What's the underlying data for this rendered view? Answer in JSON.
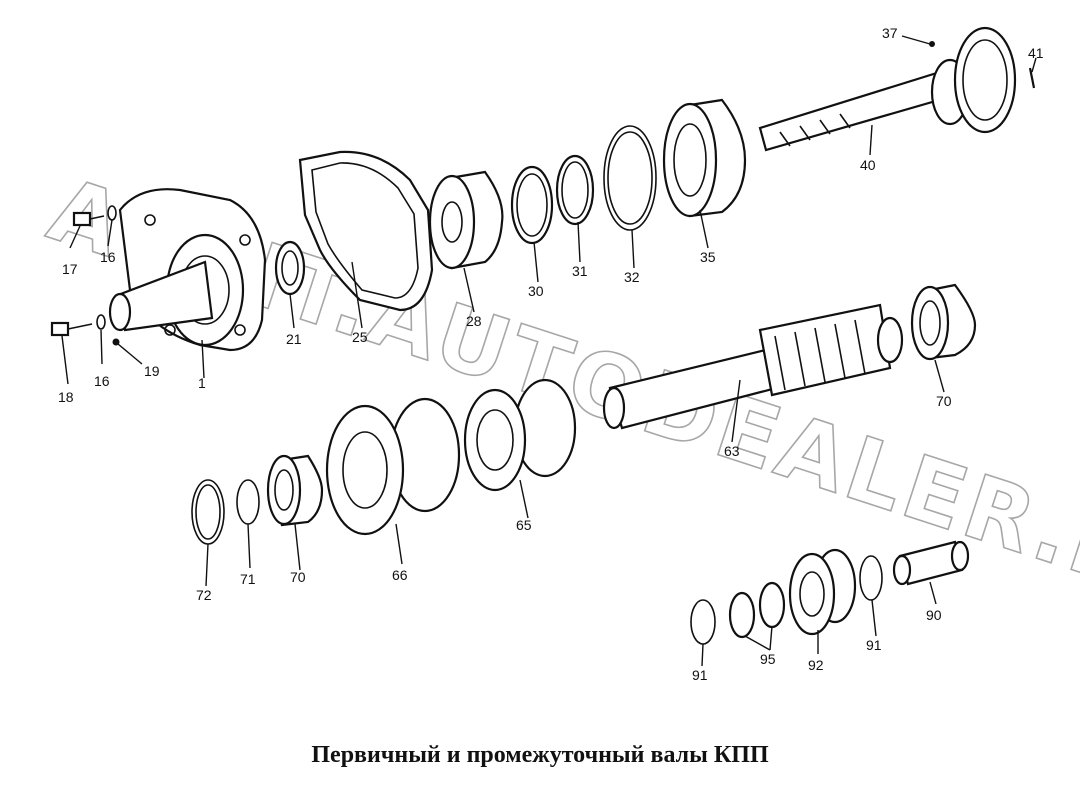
{
  "caption": "Первичный и промежуточный валы КПП",
  "watermark": "AGTIT.AUTODEALER.RU",
  "part_labels": {
    "p1": "1",
    "p16a": "16",
    "p16b": "16",
    "p17": "17",
    "p18": "18",
    "p19": "19",
    "p21": "21",
    "p25": "25",
    "p28": "28",
    "p30": "30",
    "p31": "31",
    "p32": "32",
    "p35": "35",
    "p37": "37",
    "p40": "40",
    "p41": "41",
    "p63": "63",
    "p65": "65",
    "p66": "66",
    "p70a": "70",
    "p70b": "70",
    "p71": "71",
    "p72": "72",
    "p90": "90",
    "p91a": "91",
    "p91b": "91",
    "p92": "92",
    "p95": "95"
  },
  "colors": {
    "ink": "#111111",
    "watermark": "#8a8a8a",
    "background": "#ffffff"
  }
}
